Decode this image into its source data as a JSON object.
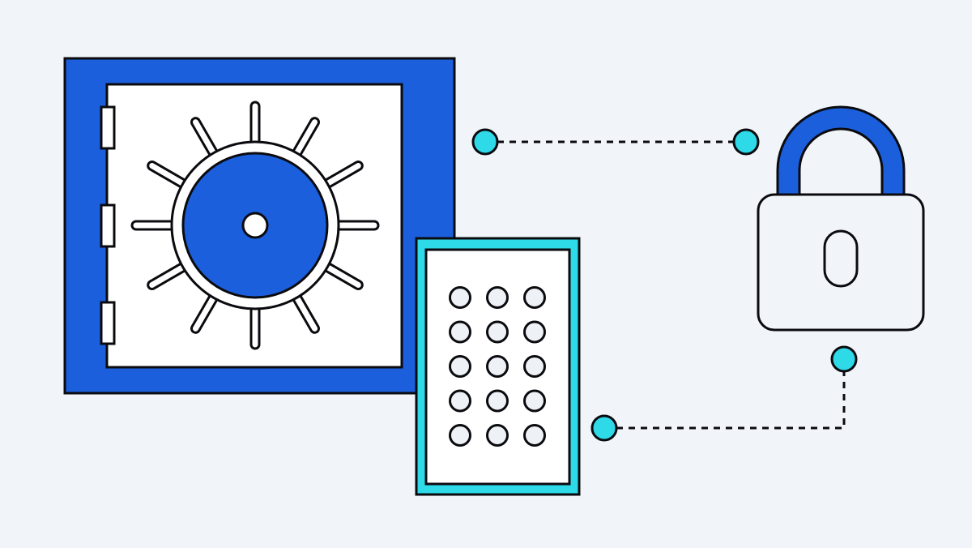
{
  "colors": {
    "background": "#f1f5f9",
    "primary_blue": "#1b5fdd",
    "accent_cyan": "#2ed9e8",
    "outline": "#0b0b0f",
    "panel_white": "#ffffff",
    "keypad_button": "#eef2f6",
    "lock_body": "#f1f5f9"
  },
  "illustration": {
    "safe": {
      "icon": "vault-safe-icon",
      "hinges": 3,
      "dial_spokes": 12
    },
    "keypad": {
      "icon": "keypad-icon",
      "rows": 5,
      "columns": 3
    },
    "padlock": {
      "icon": "padlock-icon",
      "state": "locked"
    },
    "connectors": [
      {
        "from": "safe",
        "to": "padlock",
        "style": "dashed"
      },
      {
        "from": "keypad",
        "to": "padlock",
        "style": "dashed"
      }
    ]
  }
}
